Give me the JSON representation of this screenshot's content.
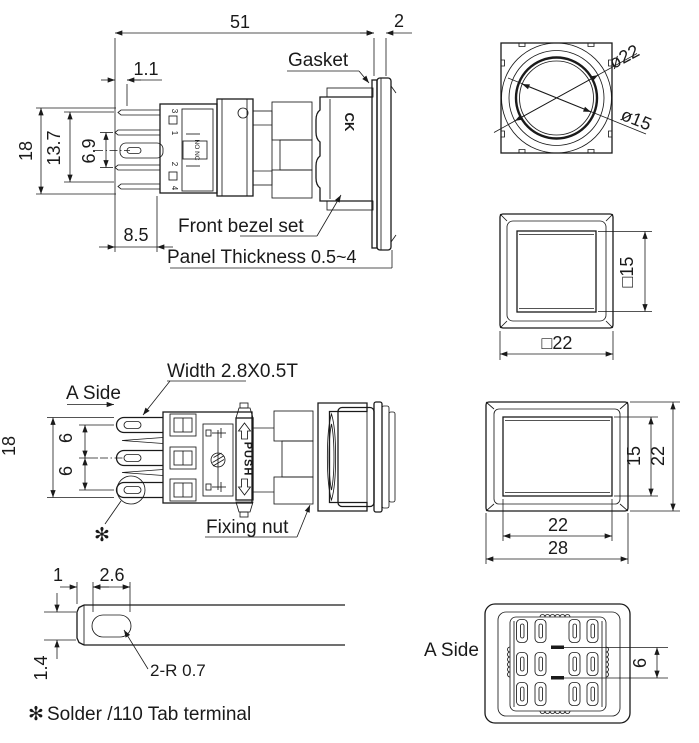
{
  "drawing": {
    "title": "Push button switch dimensional drawing",
    "colors": {
      "line": "#1a1a1a",
      "background": "#ffffff"
    },
    "top_side_view": {
      "dim_51": "51",
      "dim_2": "2",
      "gasket_label": "Gasket",
      "dim_1_1": "1.1",
      "dim_18": "18",
      "dim_13_7": "13.7",
      "dim_6_9": "6.9",
      "dim_8_5": "8.5",
      "front_bezel_label": "Front bezel set",
      "panel_thickness_label": "Panel Thickness",
      "panel_thickness_value": "0.5~4",
      "terminal_3": "3",
      "terminal_1": "1",
      "terminal_2": "2",
      "terminal_4": "4",
      "no_nc_marking": "NO NC",
      "brand_logo": "CK"
    },
    "front_view_round": {
      "dia_22": "ø22",
      "dia_15": "ø15"
    },
    "front_view_square": {
      "sq_15": "□15",
      "sq_22": "□22"
    },
    "mid_side_view": {
      "a_side_label": "A Side",
      "width_label": "Width 2.8X0.5T",
      "dim_18": "18",
      "dim_6_top": "6",
      "dim_6_bottom": "6",
      "push_label": "PUSH",
      "fixing_nut_label": "Fixing nut",
      "asterisk_symbol": "✻"
    },
    "front_view_rect": {
      "dim_15": "15",
      "dim_22_v": "22",
      "dim_22_h": "22",
      "dim_28": "28"
    },
    "terminal_detail": {
      "dim_1": "1",
      "dim_2_6": "2.6",
      "dim_1_4": "1.4",
      "radius_label": "2-R 0.7"
    },
    "rear_view": {
      "a_side_label": "A Side",
      "dim_6": "6"
    },
    "footnote": {
      "symbol": "✻",
      "text": "Solder /110 Tab terminal"
    }
  }
}
